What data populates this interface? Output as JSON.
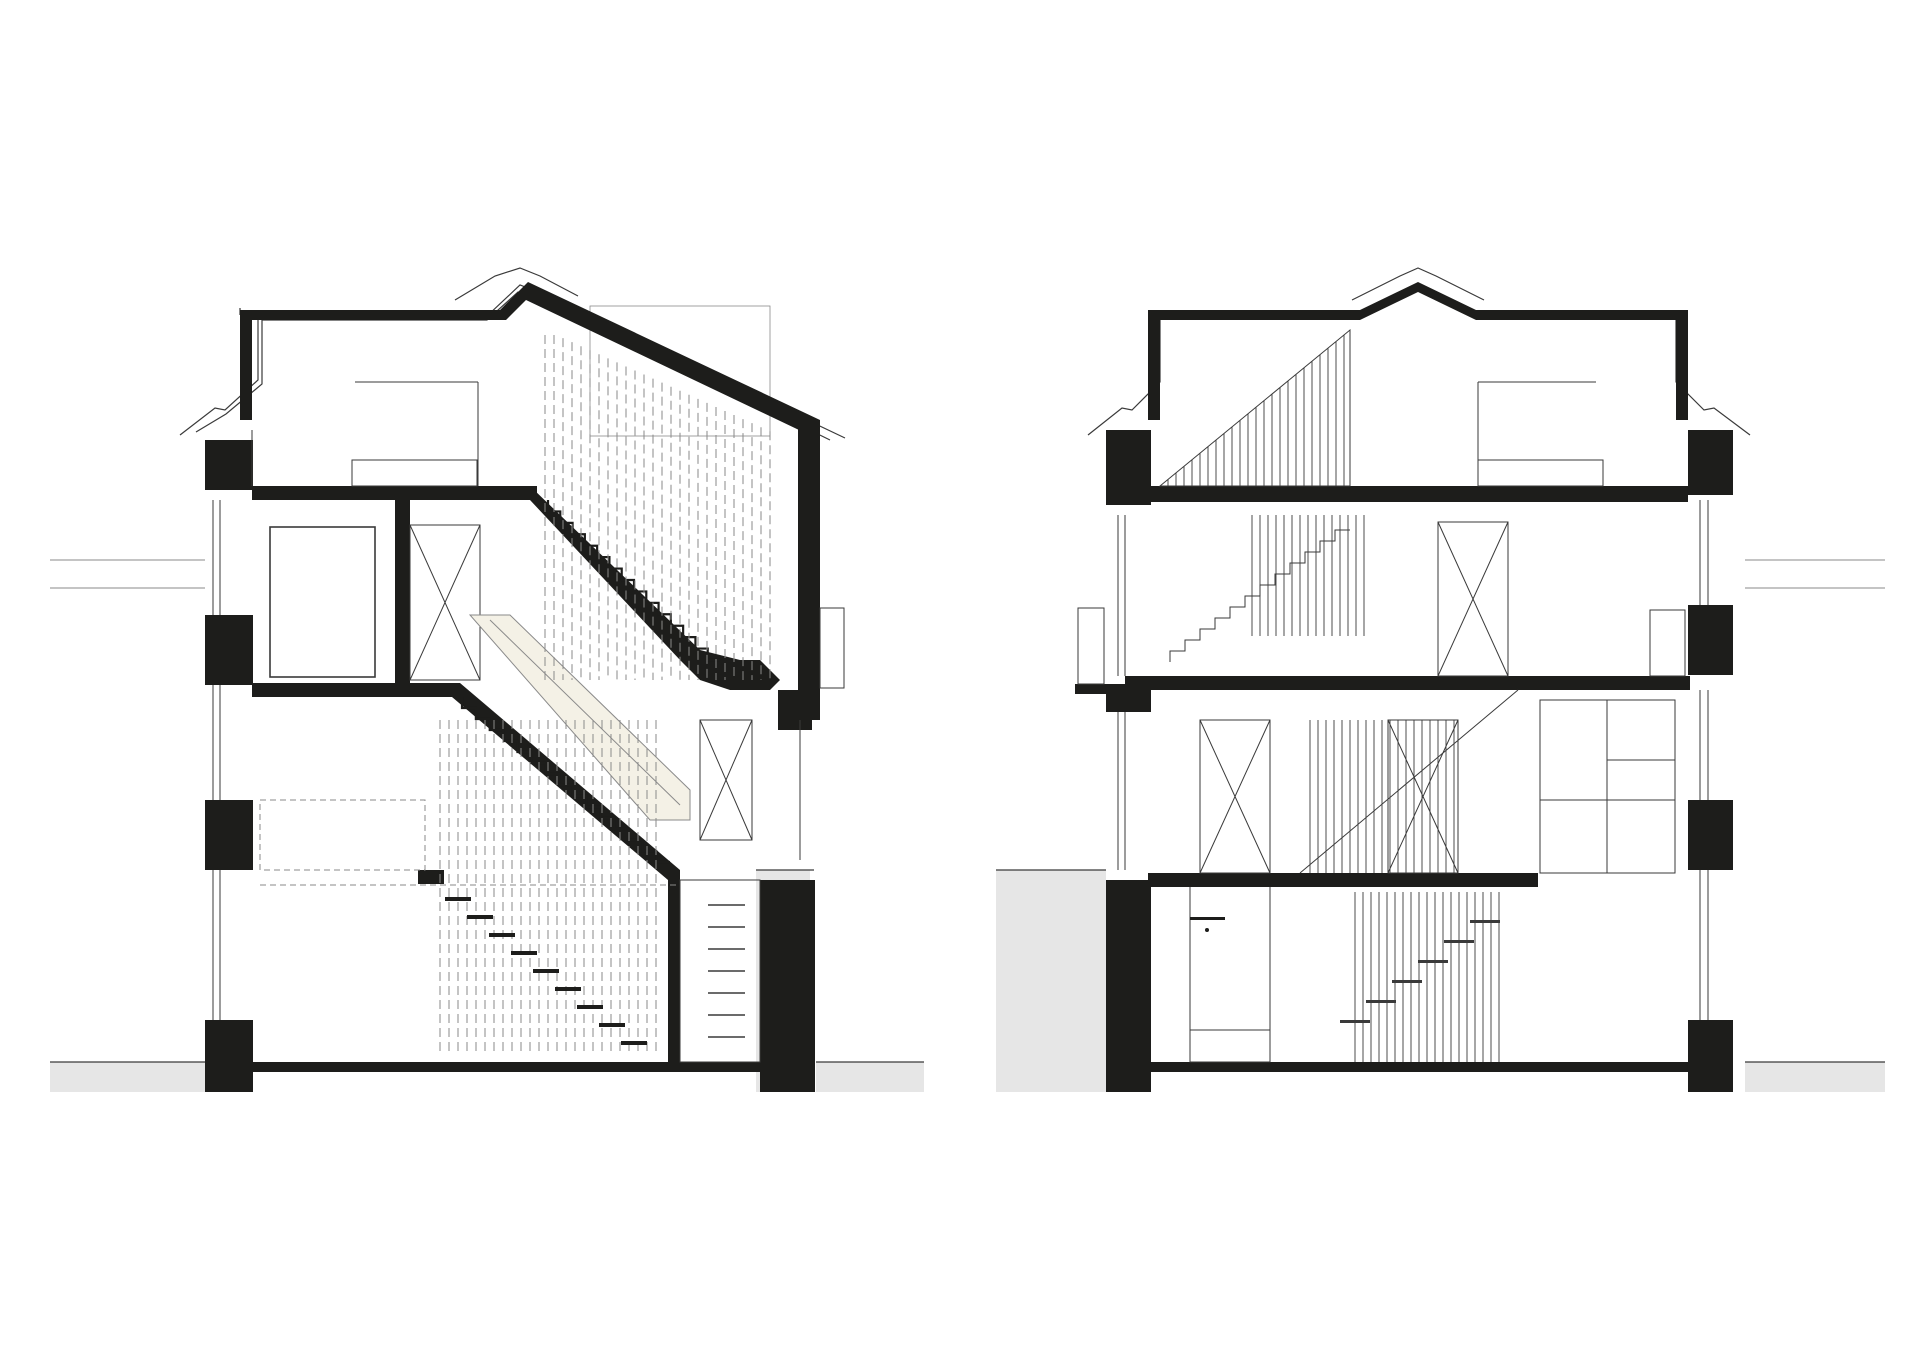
{
  "drawing": {
    "sections": [
      {
        "id": "section-a",
        "stairs": 2,
        "storeys": 4
      },
      {
        "id": "section-b",
        "stairs": 2,
        "storeys": 4
      }
    ]
  },
  "colors": {
    "cut": "#1d1d1b",
    "line": "#3a3a3a",
    "fine": "#8a8a8a",
    "ground": "#e6e6e6",
    "glass": "#f4f1e6"
  }
}
